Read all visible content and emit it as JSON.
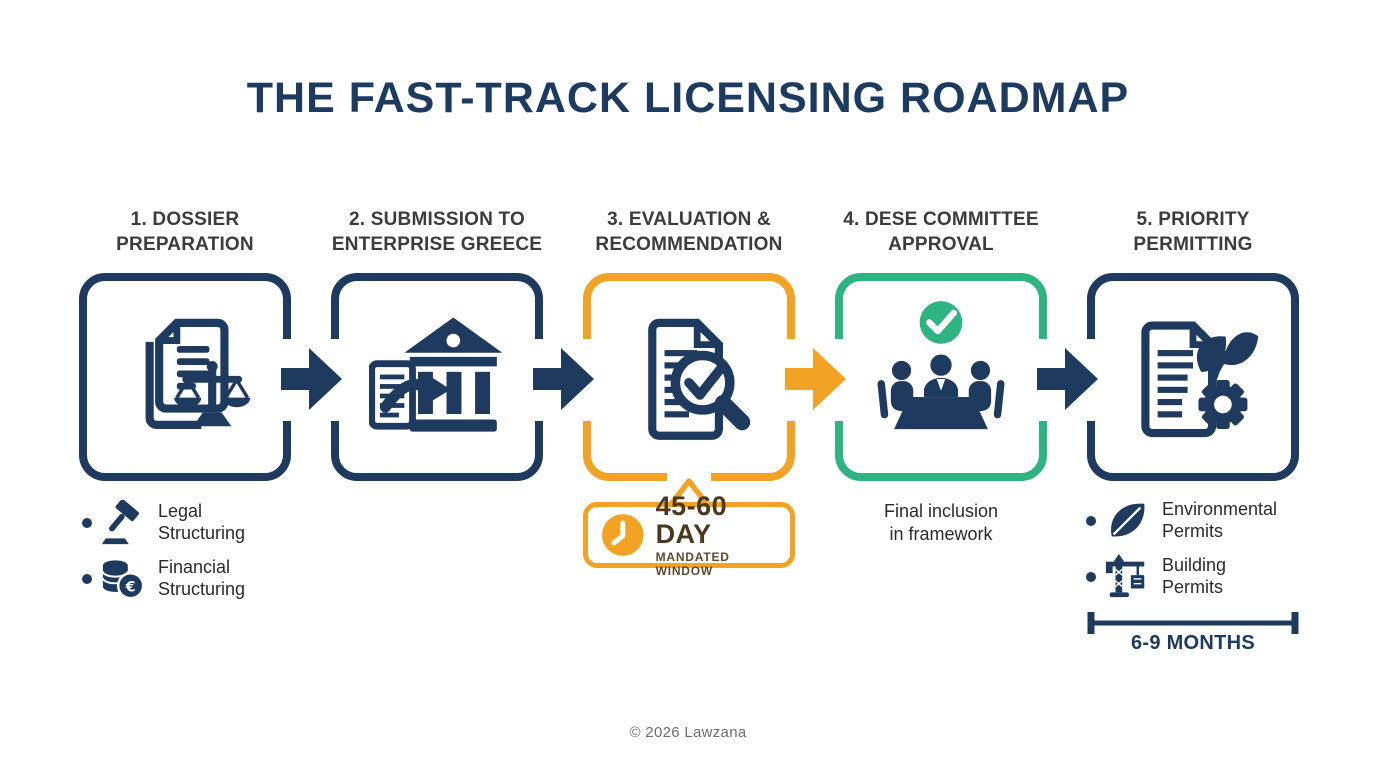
{
  "title": "THE FAST-TRACK LICENSING ROADMAP",
  "colors": {
    "navy": "#1e3a5f",
    "orange": "#f2a324",
    "green": "#2eb483",
    "header_text": "#3c3c3c",
    "body_text": "#2b2b2b",
    "callout_text": "#4a3820",
    "footer_text": "#6e6e6e"
  },
  "steps": [
    {
      "label": "1. DOSSIER\nPREPARATION",
      "icon": "document-scales-icon",
      "accent": "#1e3a5f"
    },
    {
      "label": "2. SUBMISSION TO\nENTERPRISE GREECE",
      "icon": "document-to-bank-icon",
      "accent": "#1e3a5f"
    },
    {
      "label": "3. EVALUATION &\nRECOMMENDATION",
      "icon": "document-magnifier-check-icon",
      "accent": "#f2a324"
    },
    {
      "label": "4. DESE COMMITTEE\nAPPROVAL",
      "icon": "committee-meeting-check-icon",
      "accent": "#2eb483"
    },
    {
      "label": "5. PRIORITY\nPERMITTING",
      "icon": "document-leaf-gear-icon",
      "accent": "#1e3a5f"
    }
  ],
  "step1_details": [
    {
      "label": "Legal\nStructuring",
      "icon": "gavel-icon"
    },
    {
      "label": "Financial\nStructuring",
      "icon": "euro-coins-icon"
    }
  ],
  "step3_callout": {
    "title": "45-60 DAY",
    "subtitle": "MANDATED WINDOW",
    "icon": "clock-icon"
  },
  "step4_note": "Final inclusion\nin framework",
  "step5_details": [
    {
      "label": "Environmental\nPermits",
      "icon": "leaf-icon"
    },
    {
      "label": "Building\nPermits",
      "icon": "construction-crane-icon"
    }
  ],
  "timeline_label": "6-9 MONTHS",
  "footer": "© 2026 Lawzana"
}
